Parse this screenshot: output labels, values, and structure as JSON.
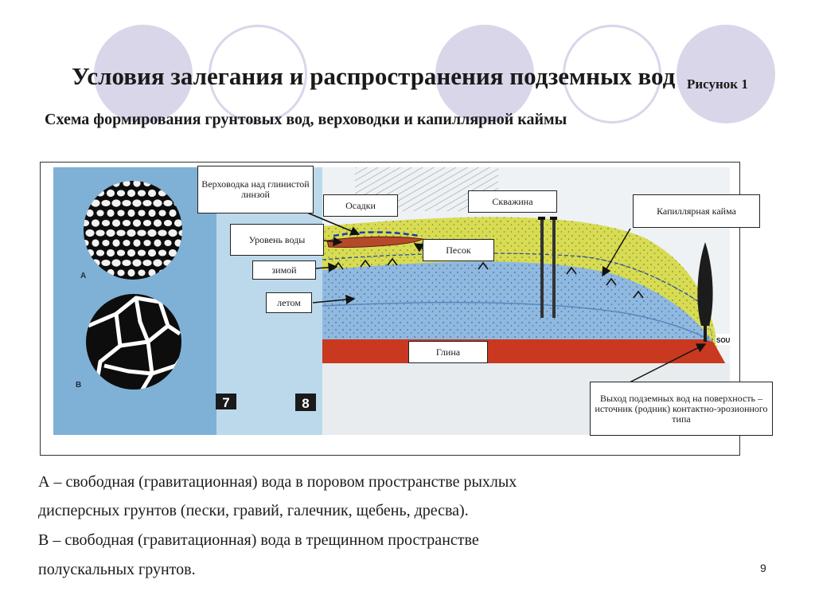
{
  "title": "Условия залегания и распространения подземных вод",
  "figure_label": "Рисунок 1",
  "subtitle": "Схема формирования грунтовых вод, верховодки и капиллярной каймы",
  "diagram": {
    "callouts": {
      "perched": "Верховодка над глинистой линзой",
      "sediments": "Осадки",
      "well": "Скважина",
      "capillary": "Капиллярная кайма",
      "water_level": "Уровень воды",
      "sand": "Песок",
      "winter": "зимой",
      "summer": "летом",
      "clay": "Глина",
      "spring": "Выход подземных вод на поверхность – источник (родник) контактно-эрозионного типа"
    },
    "letters": {
      "a": "A",
      "b": "B"
    },
    "plate_numbers": {
      "left": "7",
      "right": "8"
    },
    "corner_text": "SOU",
    "colors": {
      "yellow_layer": "#d8dc52",
      "blue_layer": "#8fb9e0",
      "clay_layer": "#c8391f",
      "background": "#7fb1d6"
    }
  },
  "caption": {
    "line1": "А – свободная (гравитационная) вода в поровом пространстве рыхлых",
    "line2": "дисперсных грунтов (пески, гравий, галечник, щебень, дресва).",
    "line3": "В – свободная (гравитационная) вода в трещинном пространстве",
    "line4": "полускальных грунтов."
  },
  "page_number": "9"
}
